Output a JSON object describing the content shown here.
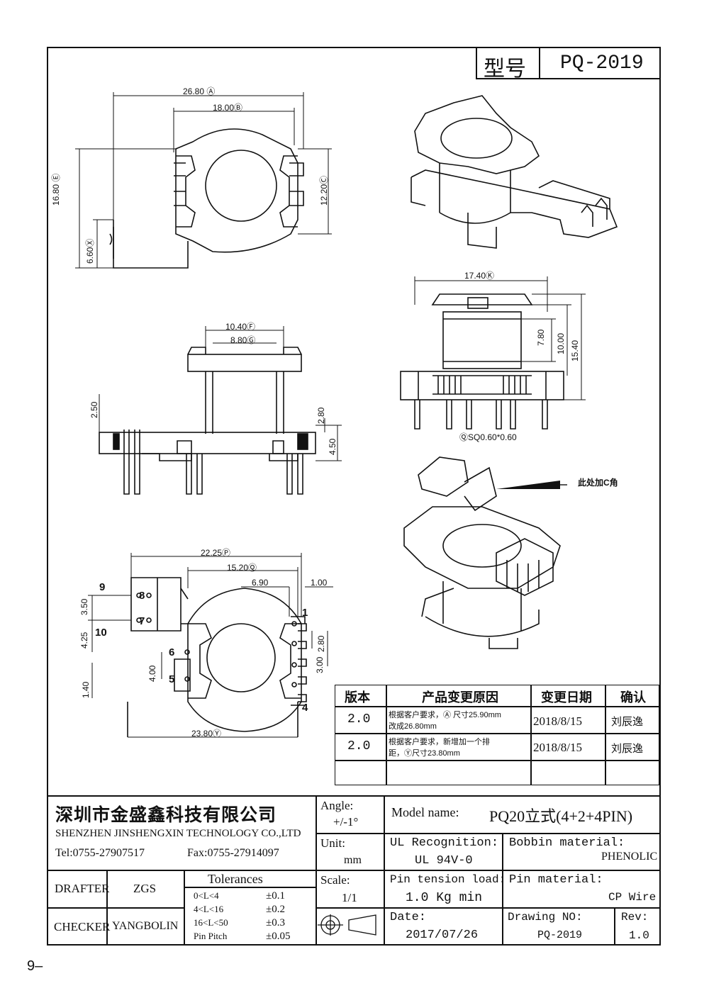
{
  "header": {
    "type_label": "型号",
    "model_code": "PQ-2019"
  },
  "dims": {
    "top_a": "26.80 Ⓐ",
    "top_b": "18.00Ⓑ",
    "left_e": "16.80 Ⓔ",
    "left_x": "6.60Ⓧ",
    "right_c": "12.20Ⓒ",
    "mid_f": "10.40Ⓕ",
    "mid_g": "8.80Ⓖ",
    "left_250": "2.50",
    "right_280": "2.80",
    "right_450": "4.50",
    "side_k": "17.40Ⓚ",
    "side_780": "7.80",
    "side_1000": "10.00",
    "side_1540": "15.40",
    "side_sq": "ⓆSQ0.60*0.60",
    "bot_p": "22.25Ⓟ",
    "bot_q": "15.20Ⓠ",
    "bot_690": "6.90",
    "bot_100": "1.00",
    "bot_350": "3.50",
    "bot_425": "4.25",
    "bot_400": "4.00",
    "bot_140": "1.40",
    "bot_280": "2.80",
    "bot_300": "3.00",
    "bot_y": "23.80Ⓨ",
    "note_c": "此处加C角"
  },
  "pins": [
    "9",
    "8",
    "10",
    "7",
    "1",
    "6",
    "5",
    "4"
  ],
  "revision_table": {
    "headers": [
      "版本",
      "产品变更原因",
      "变更日期",
      "确认"
    ],
    "rows": [
      {
        "version": "2.0",
        "reason_1": "根据客户要求，Ⓐ 尺寸25.90mm",
        "reason_2": "改成26.80mm",
        "date": "2018/8/15",
        "confirm": "刘辰逸"
      },
      {
        "version": "2.0",
        "reason_1": "根据客户要求，新增加一个排",
        "reason_2": "距，Ⓨ尺寸23.80mm",
        "date": "2018/8/15",
        "confirm": "刘辰逸"
      }
    ]
  },
  "title_block": {
    "company_cn": "深圳市金盛鑫科技有限公司",
    "company_en": "SHENZHEN JINSHENGXIN TECHNOLOGY CO.,LTD",
    "phone": "Tel:0755-27907517",
    "fax": "Fax:0755-27914097",
    "angle_label": "Angle:",
    "angle_value": "+/-1°",
    "model_label": "Model name:",
    "model_value": "PQ20立式(4+2+4PIN)",
    "unit_label": "Unit:",
    "unit_value": "mm",
    "ul_label": "UL Recognition:",
    "ul_value": "UL 94V-0",
    "bobbin_label": "Bobbin material:",
    "bobbin_value": "PHENOLIC",
    "drafter_label": "DRAFTER",
    "drafter_value": "ZGS",
    "tolerances_label": "Tolerances",
    "tol_rows": [
      {
        "range": "0<L<4",
        "value": "±0.1"
      },
      {
        "range": "4<L<16",
        "value": "±0.2"
      },
      {
        "range": "16<L<50",
        "value": "±0.3"
      },
      {
        "range": "Pin Pitch",
        "value": "±0.05"
      }
    ],
    "scale_label": "Scale:",
    "scale_value": "1/1",
    "pin_tension_label": "Pin tension load:",
    "pin_tension_value": "1.0 Kg min",
    "pin_material_label": "Pin material:",
    "pin_material_value": "CP Wire",
    "checker_label": "CHECKER",
    "checker_value": "YANGBOLIN",
    "date_label": "Date:",
    "date_value": "2017/07/26",
    "drawing_label": "Drawing NO:",
    "drawing_value": "PQ-2019",
    "rev_label": "Rev:",
    "rev_value": "1.0"
  },
  "page_number": "9–"
}
